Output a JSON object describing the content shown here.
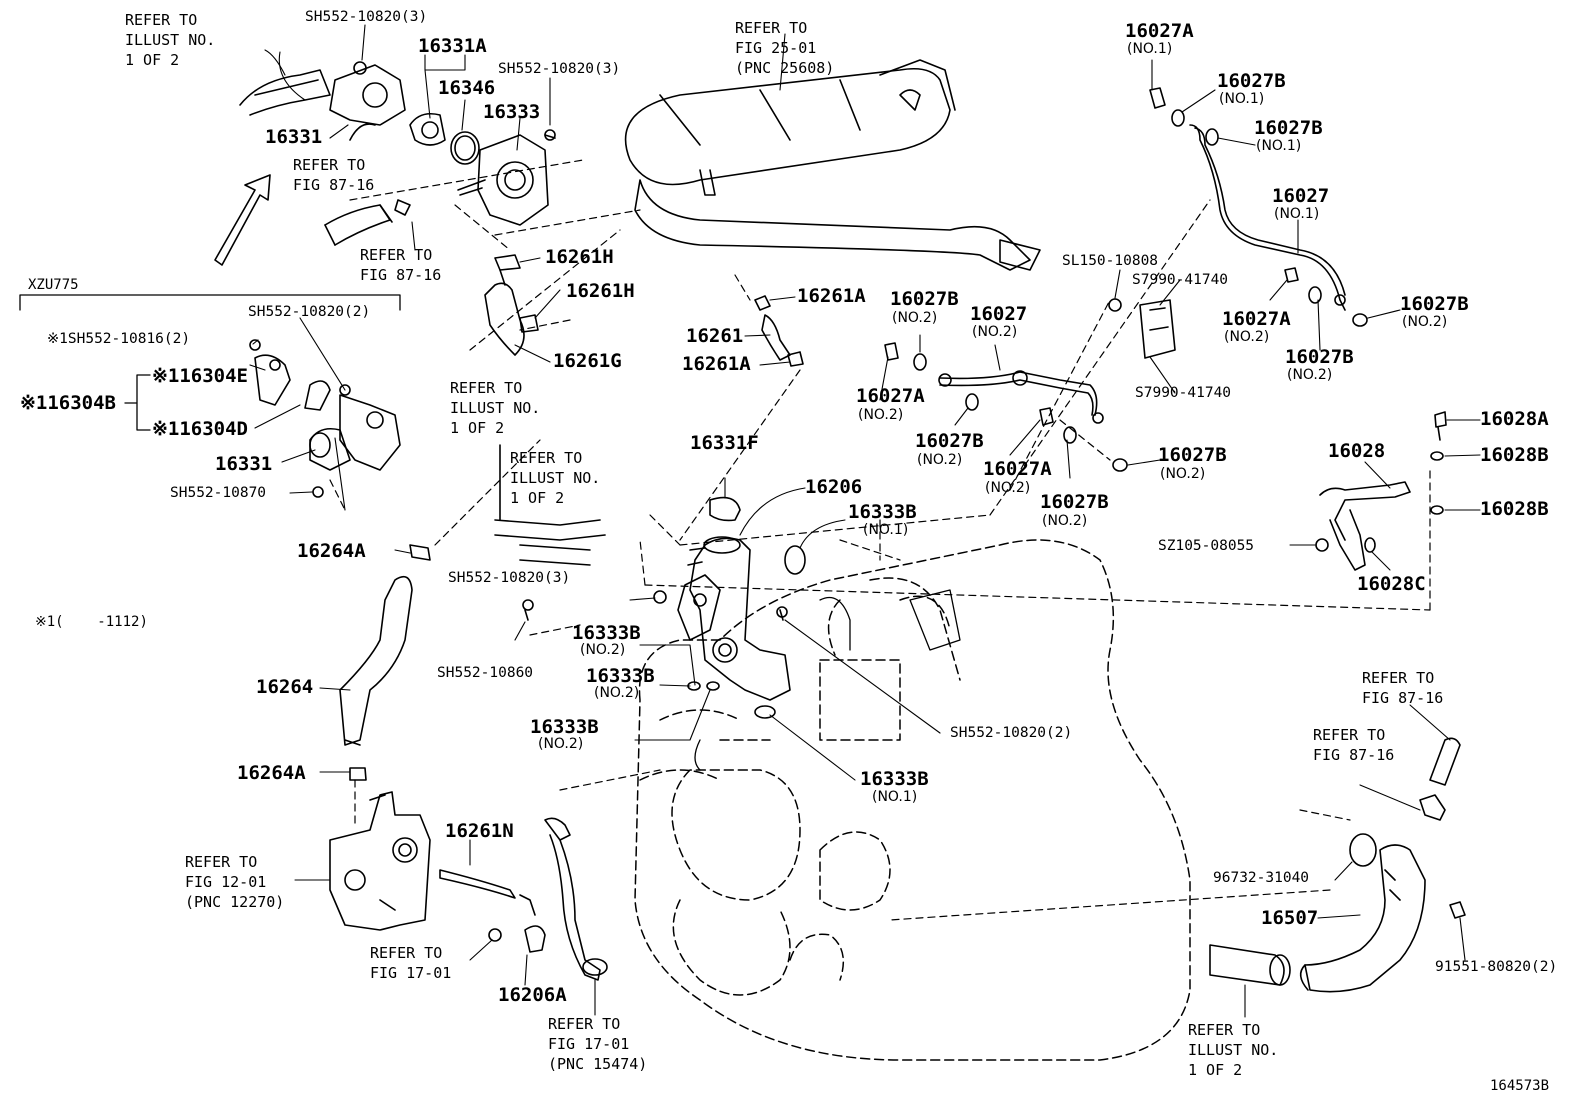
{
  "refs": {
    "illust_top": "REFER TO\nILLUST NO.\n1 OF 2",
    "fig87_a": "REFER TO\nFIG 87-16",
    "fig87_b": "REFER TO\nFIG 87-16",
    "fig25": "REFER TO\nFIG 25-01\n(PNC 25608)",
    "illust_mid": "REFER TO\nILLUST NO.\n1 OF 2",
    "illust_center": "REFER TO\nILLUST NO.\n1 OF 2",
    "fig12": "REFER TO\nFIG 12-01\n(PNC 12270)",
    "fig17_a": "REFER TO\nFIG 17-01",
    "fig17_b": "REFER TO\nFIG 17-01\n(PNC 15474)",
    "fig87_right_a": "REFER TO\nFIG 87-16",
    "fig87_right_b": "REFER TO\nFIG 87-16",
    "illust_bottom": "REFER TO\nILLUST NO.\n1 OF 2"
  },
  "group": {
    "model": "XZU775",
    "note": "※1(    -1112)"
  },
  "parts": {
    "sh552_10820_3_top": "SH552-10820(3)",
    "p16331A": "16331A",
    "p16346": "16346",
    "sh552_10820_3_right": "SH552-10820(3)",
    "p16333": "16333",
    "p16331_top": "16331",
    "p16261H_a": "16261H",
    "p16261H_b": "16261H",
    "p16261G": "16261G",
    "p16261A_a": "16261A",
    "p16261": "16261",
    "p16261A_b": "16261A",
    "sh552_10820_2_grp": "SH552-10820(2)",
    "sh552_10816_2": "※1SH552-10816(2)",
    "p16304E": "※116304E",
    "p16304B": "※116304B",
    "p16304D": "※116304D",
    "p16331_grp": "16331",
    "sh552_10870": "SH552-10870",
    "p16027A_no1": "16027A",
    "p16027B_no1_a": "16027B",
    "p16027B_no1_b": "16027B",
    "p16027_no1": "16027",
    "p16027A_no2_r": "16027A",
    "p16027B_no2_r1": "16027B",
    "p16027B_no2_r2": "16027B",
    "sl150_10808": "SL150-10808",
    "s7990_41740_a": "S7990-41740",
    "s7990_41740_b": "S7990-41740",
    "p16027B_no2_m1": "16027B",
    "p16027_no2": "16027",
    "p16027A_no2_m": "16027A",
    "p16027B_no2_m2": "16027B",
    "p16027A_no2_m2": "16027A",
    "p16027B_no2_m3": "16027B",
    "p16027B_no2_m4": "16027B",
    "p16331F": "16331F",
    "p16206": "16206",
    "p16333B_no1_a": "16333B",
    "p16264A_a": "16264A",
    "sh552_10820_3_mid": "SH552-10820(3)",
    "sh552_10860": "SH552-10860",
    "p16333B_no2_a": "16333B",
    "p16333B_no2_b": "16333B",
    "p16333B_no2_c": "16333B",
    "sh552_10820_2_mid": "SH552-10820(2)",
    "p16333B_no1_b": "16333B",
    "p16264": "16264",
    "p16264A_b": "16264A",
    "p16261N": "16261N",
    "p16206A": "16206A",
    "p16028A": "16028A",
    "p16028": "16028",
    "p16028B_a": "16028B",
    "p16028B_b": "16028B",
    "sz105_08055": "SZ105-08055",
    "p16028C": "16028C",
    "p96732_31040": "96732-31040",
    "p16507": "16507",
    "p91551_80820": "91551-80820(2)"
  },
  "subs": {
    "no1": "(NO.1)",
    "no2": "(NO.2)"
  },
  "illustration_id": "164573B"
}
